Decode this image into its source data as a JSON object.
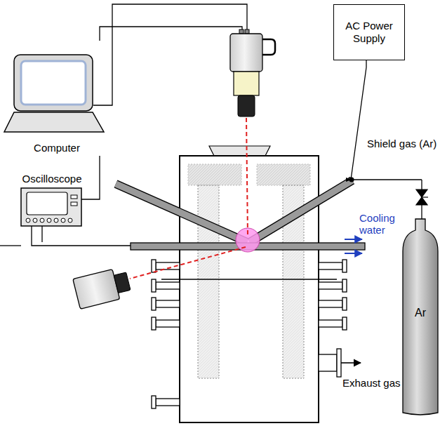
{
  "diagram": {
    "nodes": [
      {
        "text": [
          "Computer"
        ]
      },
      {
        "text": [
          "Oscilloscope"
        ]
      },
      {
        "text": [
          "AC Power Supply"
        ]
      },
      {
        "text": [
          "Ar"
        ]
      }
    ],
    "edges": [
      {
        "from": 1,
        "to": 0,
        "arrow": "none"
      }
    ],
    "labels": [
      "Shield gas (Ar)",
      "Cooling water",
      "Exhaust gas"
    ]
  }
}
